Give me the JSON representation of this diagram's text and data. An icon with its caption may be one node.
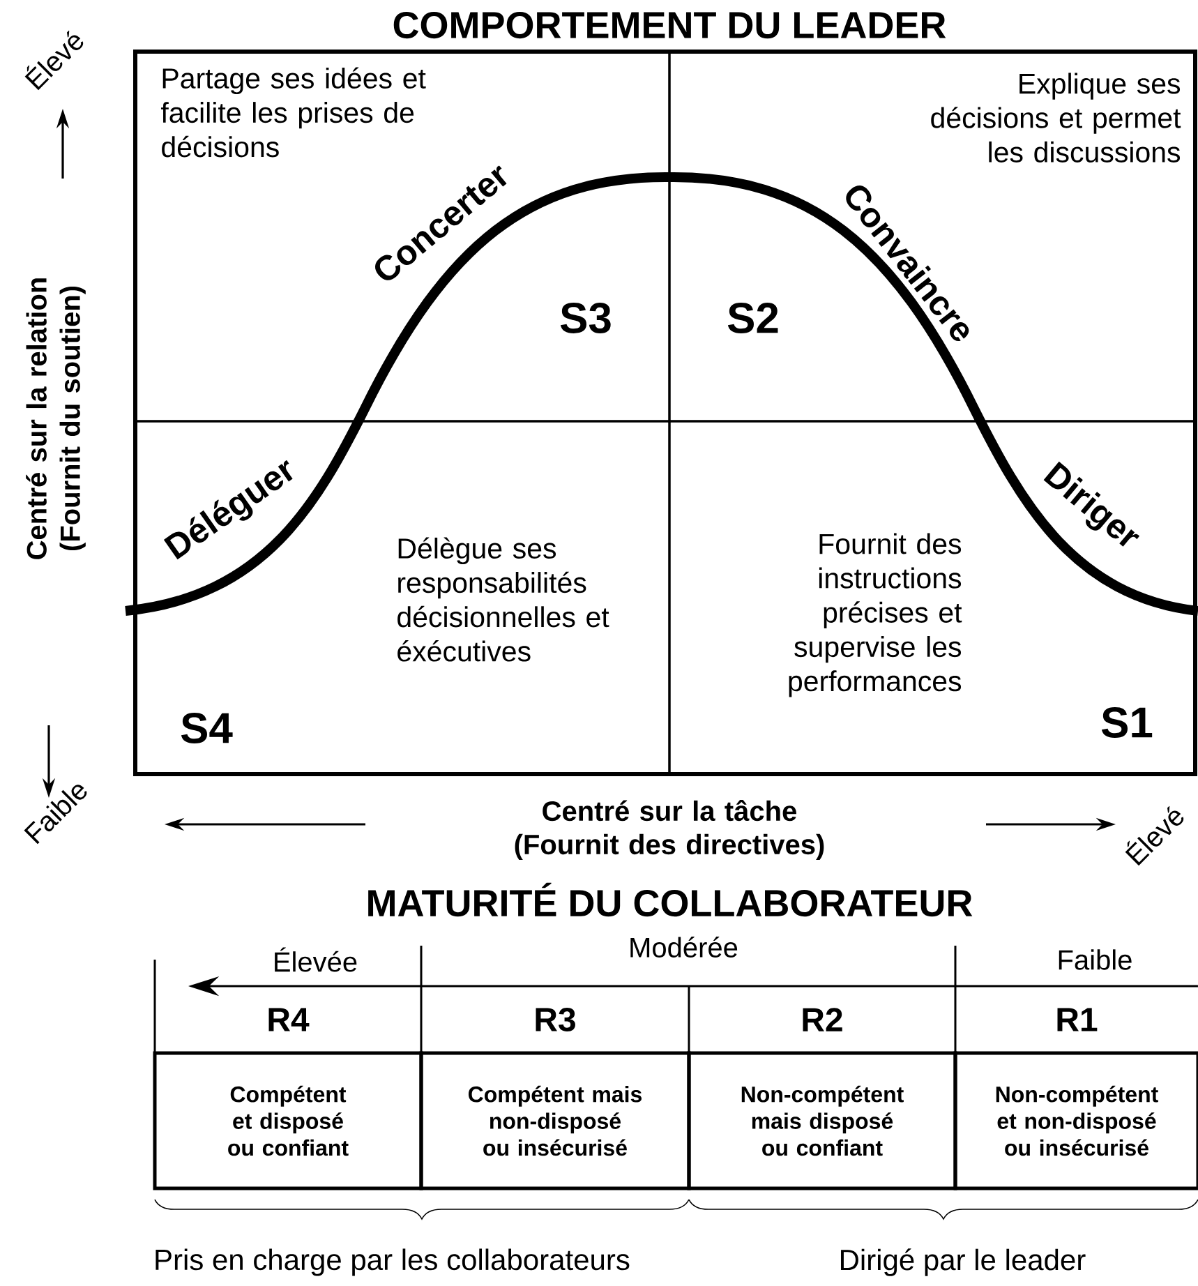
{
  "diagram": {
    "title": "COMPORTEMENT DU LEADER",
    "nodes": [
      {
        "text": [
          "Partage ses idées et facilite les prises de décisions",
          "S3"
        ]
      },
      {
        "text": [
          "Explique ses décisions et permet les discussions",
          "S2"
        ]
      },
      {
        "text": [
          "Délègue ses responsabilités décisionnelles et éxécutives",
          "S4"
        ]
      },
      {
        "text": [
          "Fournit des instructions précises et supervise les performances",
          "S1"
        ]
      },
      {
        "text": [
          "Compétent et disposé ou confiant"
        ],
        "beside": [
          "R4"
        ]
      },
      {
        "text": [
          "Compétent mais non-disposé ou insécurisé"
        ],
        "beside": [
          "R3"
        ]
      },
      {
        "text": [
          "Non-compétent mais disposé ou confiant"
        ],
        "beside": [
          "R2"
        ]
      },
      {
        "text": [
          "Non-compétent et non-disposé ou insécurisé"
        ],
        "beside": [
          "R1"
        ]
      }
    ],
    "labels": [
      "Élevé",
      "Concerter",
      "Convaincre",
      "Déléguer",
      "Diriger",
      "Centré sur la relation (Fournit du soutien)",
      "Faible",
      "Centré sur la tâche (Fournit des directives)",
      "Élevé",
      "MATURITÉ DU COLLABORATEUR",
      "Élevée",
      "Modérée",
      "Faible",
      "Pris en charge par les collaborateurs",
      "Dirigé par le leader"
    ]
  }
}
